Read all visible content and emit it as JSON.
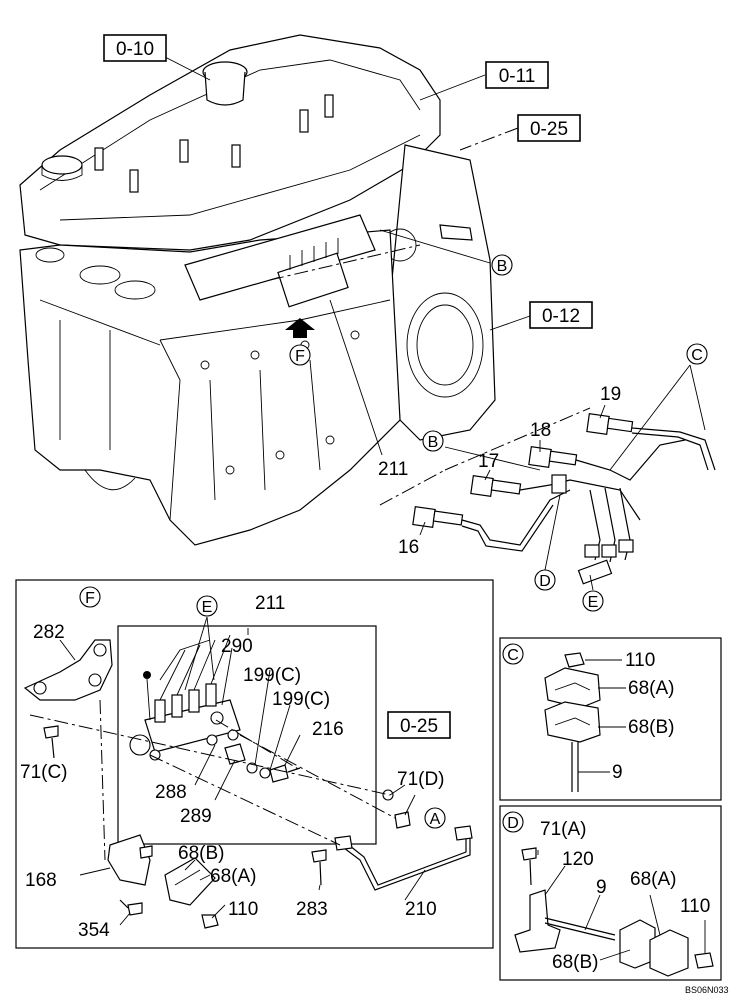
{
  "diagram": {
    "ref_boxes": [
      "0-10",
      "0-11",
      "0-25",
      "0-12",
      "0-25"
    ],
    "callouts": {
      "c_B1": "B",
      "c_F1": "F",
      "c_C1": "C",
      "c_B2": "B",
      "c_D1": "D",
      "c_E1": "E",
      "c_F2": "F",
      "c_E2": "E",
      "c_A1": "A",
      "c_C2": "C",
      "c_D2": "D"
    },
    "labels": {
      "l211a": "211",
      "l19": "19",
      "l18": "18",
      "l17": "17",
      "l16": "16",
      "l211b": "211",
      "l282": "282",
      "l290": "290",
      "l199a": "199(C)",
      "l199b": "199(C)",
      "l216": "216",
      "l71c": "71(C)",
      "l288": "288",
      "l289": "289",
      "l71d": "71(D)",
      "l68b1": "68(B)",
      "l68a1": "68(A)",
      "l168": "168",
      "l354": "354",
      "l110a": "110",
      "l283": "283",
      "l210": "210",
      "l110b": "110",
      "l68a2": "68(A)",
      "l68b2": "68(B)",
      "l9a": "9",
      "l71a": "71(A)",
      "l120": "120",
      "l9b": "9",
      "l68a3": "68(A)",
      "l110c": "110",
      "l68b3": "68(B)"
    },
    "drawing_code": "BS06N033"
  }
}
